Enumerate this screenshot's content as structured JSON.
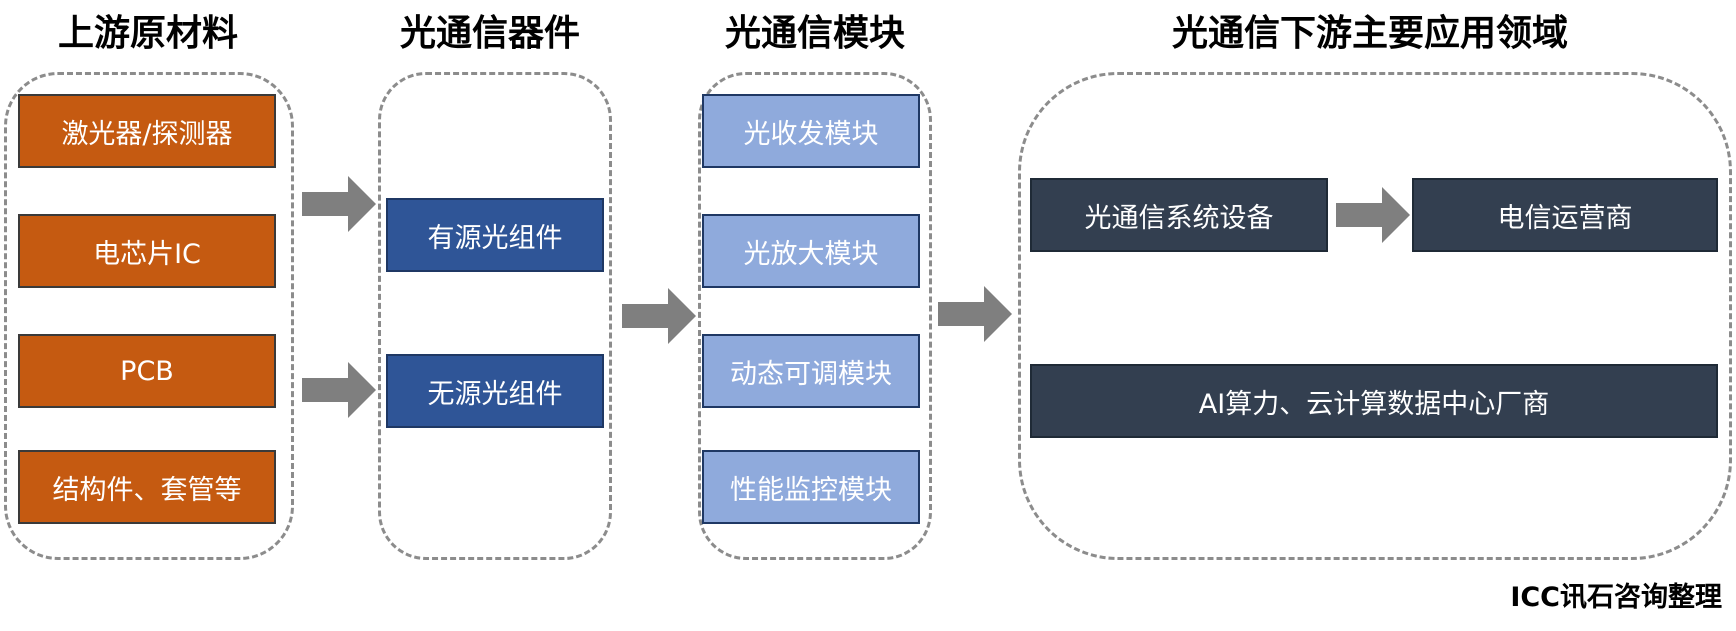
{
  "columns": {
    "upstream": {
      "title": "上游原材料",
      "items": [
        "激光器/探测器",
        "电芯片IC",
        "PCB",
        "结构件、套管等"
      ]
    },
    "devices": {
      "title": "光通信器件",
      "items": [
        "有源光组件",
        "无源光组件"
      ]
    },
    "modules": {
      "title": "光通信模块",
      "items": [
        "光收发模块",
        "光放大模块",
        "动态可调模块",
        "性能监控模块"
      ]
    },
    "downstream": {
      "title": "光通信下游主要应用领域",
      "system_equipment": "光通信系统设备",
      "telecom_operator": "电信运营商",
      "datacenter": "AI算力、云计算数据中心厂商"
    }
  },
  "source_note": "ICC讯石咨询整理",
  "colors": {
    "upstream_box": "#c55a11",
    "device_box": "#2f5597",
    "module_box": "#8faadc",
    "downstream_box": "#333f50",
    "arrow": "#7f7f7f",
    "group_border": "#8c8c8c"
  }
}
